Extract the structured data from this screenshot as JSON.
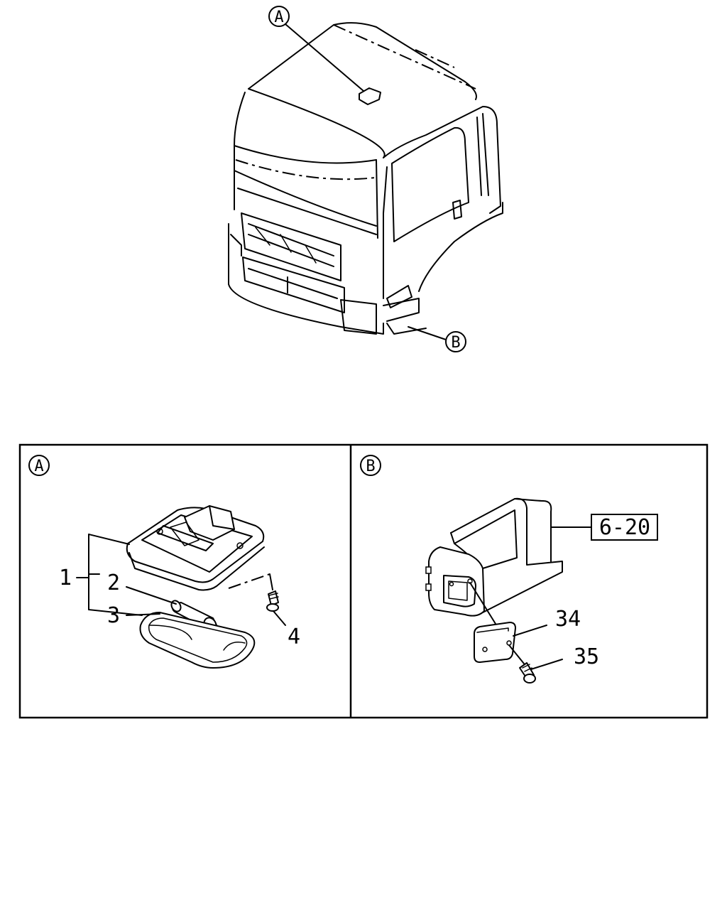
{
  "callouts": {
    "detail_a": "A",
    "detail_b": "B"
  },
  "panel_a": {
    "title": "A",
    "parts": [
      "1",
      "2",
      "3",
      "4"
    ]
  },
  "panel_b": {
    "title": "B",
    "ref_box": "6-20",
    "parts": [
      "34",
      "35"
    ]
  }
}
